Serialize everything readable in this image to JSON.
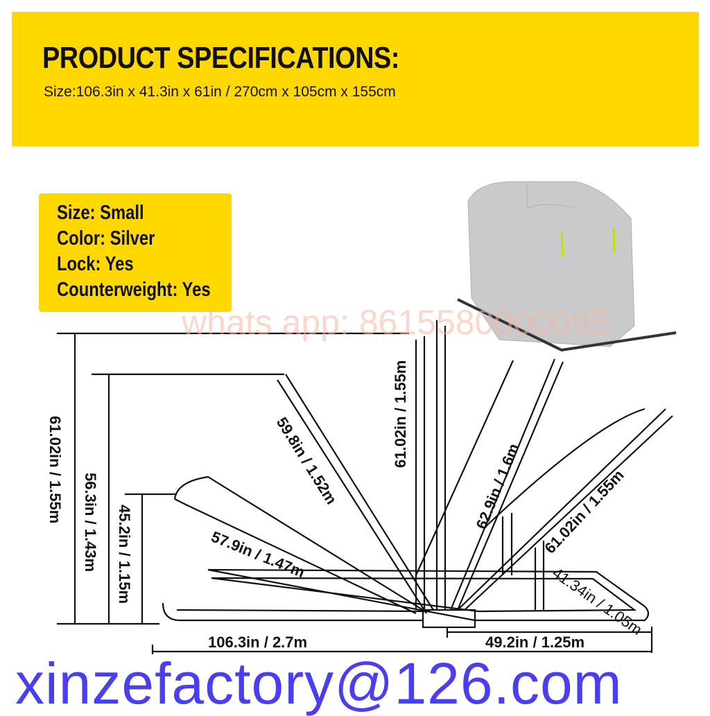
{
  "header": {
    "title": "PRODUCT SPECIFICATIONS:",
    "size": "Size:106.3in x 41.3in x 61in / 270cm x 105cm x 155cm",
    "background": "#ffd800"
  },
  "specs": {
    "items": [
      "Size: Small",
      "Color: Silver",
      "Lock: Yes",
      "Counterweight: Yes"
    ]
  },
  "product_image": {
    "description_icon": "motorcycle-cover-icon",
    "color": "#c9cacc"
  },
  "watermark": "whats app: 8615580000095",
  "email": "xinzefactory@126.com",
  "dimensions": {
    "overall_height": "61.02in / 1.55m",
    "height_2": "56.3in / 1.43m",
    "height_3": "45.2in / 1.15m",
    "arm_1": "57.9in / 1.47m",
    "arm_2": "59.8in / 1.52m",
    "arm_3": "61.02in / 1.55m",
    "arm_4": "62.9in / 1.6m",
    "arm_5": "61.02in / 1.55m",
    "depth": "41.34in / 1.05m",
    "half_length": "49.2in / 1.25m",
    "length": "106.3in / 2.7m"
  }
}
